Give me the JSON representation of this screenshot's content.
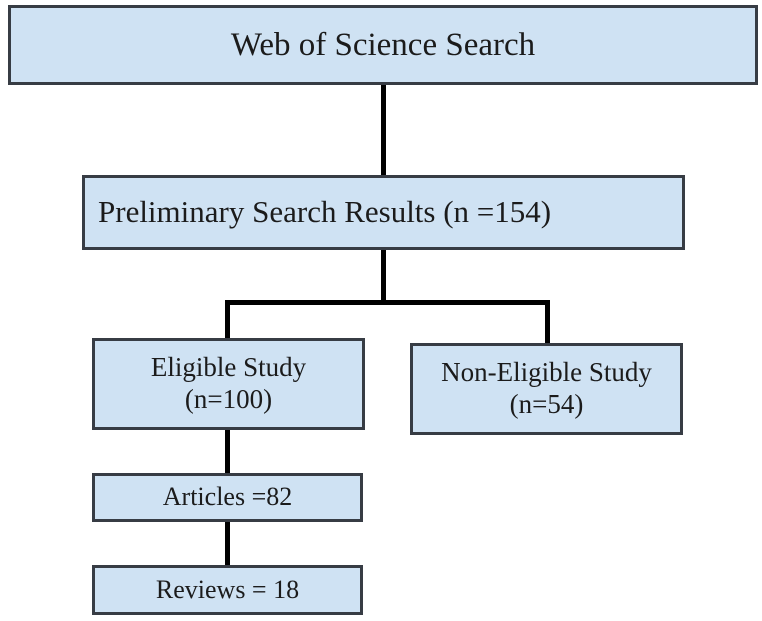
{
  "diagram": {
    "type": "flowchart",
    "title": "Web of Science Search",
    "colors": {
      "box_fill": "#cfe2f3",
      "box_border": "#373c44",
      "connector": "#000000",
      "text": "#1b1b1b"
    },
    "nodes": {
      "root": {
        "label": "Web of Science Search"
      },
      "preliminary": {
        "label": "Preliminary Search Results (n =154)",
        "count": 154
      },
      "eligible": {
        "line1": "Eligible Study",
        "line2": "(n=100)",
        "count": 100
      },
      "non_eligible": {
        "line1": "Non-Eligible Study",
        "line2": "(n=54)",
        "count": 54
      },
      "articles": {
        "label": "Articles =82",
        "count": 82
      },
      "reviews": {
        "label": "Reviews = 18",
        "count": 18
      }
    },
    "edges": [
      "root -> preliminary",
      "preliminary -> eligible",
      "preliminary -> non_eligible",
      "eligible -> articles",
      "articles -> reviews"
    ]
  }
}
